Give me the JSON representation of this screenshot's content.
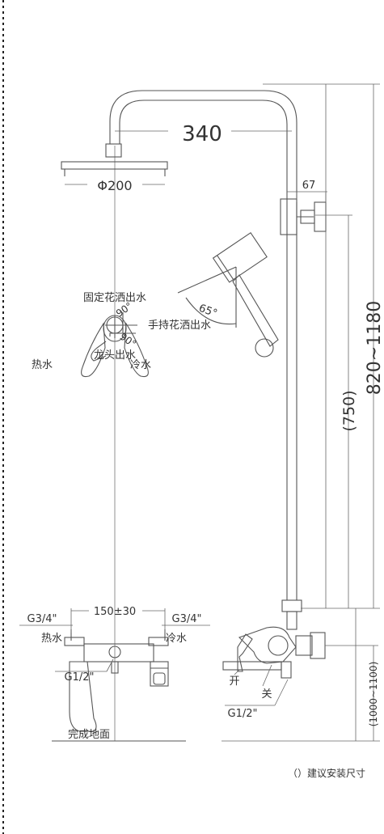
{
  "dimensions": {
    "arm_length": "340",
    "head_diameter": "Φ200",
    "bracket_offset": "67",
    "height_range": "820~1180",
    "recommended_height": "(750)",
    "angle_head": "65°",
    "angle_top": "90°",
    "angle_bottom": "90°",
    "inlet_spacing": "150±30",
    "install_height": "(1000~1100)"
  },
  "labels": {
    "hot": "热水",
    "cold": "冷水",
    "hot_inlet_size": "G3/4\"",
    "cold_inlet_size": "G3/4\"",
    "hot2": "热水",
    "cold2": "冷水",
    "outlet_size": "G1/2\"",
    "side_outlet_size": "G1/2\"",
    "fixed_shower": "固定花洒出水",
    "hand_shower": "手持花洒出水",
    "faucet": "龙头出水",
    "floor": "完成地面",
    "open": "开",
    "close": "关",
    "note": "（）建议安装尺寸"
  }
}
